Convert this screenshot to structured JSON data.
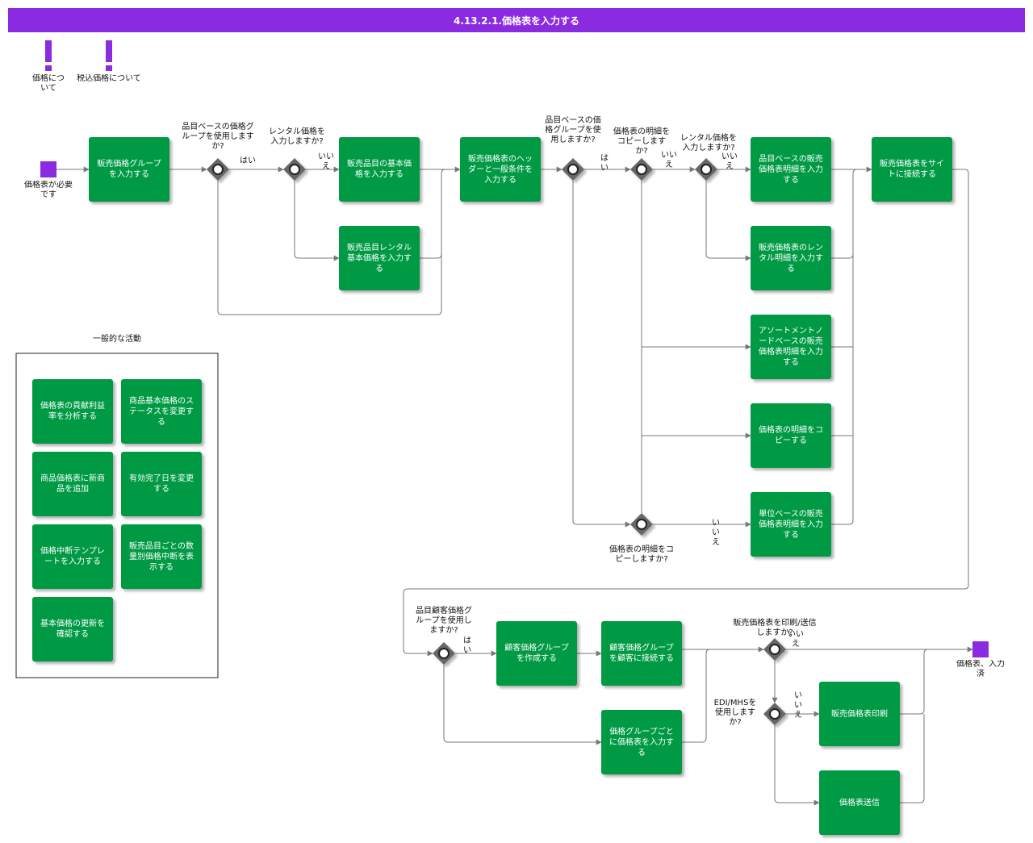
{
  "title": "4.13.2.1.価格表を入力する",
  "colors": {
    "title_bg": "#8a2be2",
    "task": "#009a44",
    "event": "#8a2be2",
    "gateway": "#666666",
    "line": "#777777"
  },
  "annotations": [
    {
      "icon": "exclamation-icon",
      "label": "価格について"
    },
    {
      "icon": "exclamation-icon",
      "label": "税込価格について"
    }
  ],
  "events": {
    "start": "価格表が必要です",
    "end": "価格表、入力済"
  },
  "tasks": {
    "t1": "販売価格グループを入力する",
    "t2": "販売品目の基本価格を入力する",
    "t3": "販売品目レンタル基本価格を入力する",
    "t4": "販売価格表のヘッダーと一般条件を入力する",
    "t5": "品目ベースの販売価格表明細を入力する",
    "t6": "販売価格表をサイトに接続する",
    "t7": "販売価格表のレンタル明細を入力する",
    "t8": "アソートメントノードベースの販売価格表明細を入力する",
    "t9": "価格表の明細をコピーする",
    "t10": "単位ベースの販売価格表明細を入力する",
    "t11": "顧客価格グループを作成する",
    "t12": "顧客価格グループを顧客に接続する",
    "t13": "価格グループごとに価格表を入力する",
    "t14": "販売価格表印刷",
    "t15": "価格表送信"
  },
  "gateways": {
    "g1": "品目ベースの価格グループを使用しますか?",
    "g2": "レンタル価格を入力しますか?",
    "g3": "品目ベースの価格グループを使用しますか?",
    "g4": "価格表の明細をコピーしますか?",
    "g5": "レンタル価格を入力しますか?",
    "g6": "価格表の明細をコピーしますか?",
    "g7": "品目顧客価格グループを使用しますか?",
    "g8": "販売価格表を印刷/送信しますか?",
    "g9": "EDI/MHSを使用しますか?"
  },
  "flow_labels": {
    "yes": "はい",
    "no": "いいえ"
  },
  "general": {
    "title": "一般的な活動",
    "items": [
      "価格表の貢献利益率を分析する",
      "商品基本価格のステータスを変更する",
      "商品価格表に新商品を追加",
      "有効完了日を変更する",
      "価格中断テンプレートを入力する",
      "販売品目ごとの数量別価格中断を表示する",
      "基本価格の更新を確認する"
    ]
  }
}
